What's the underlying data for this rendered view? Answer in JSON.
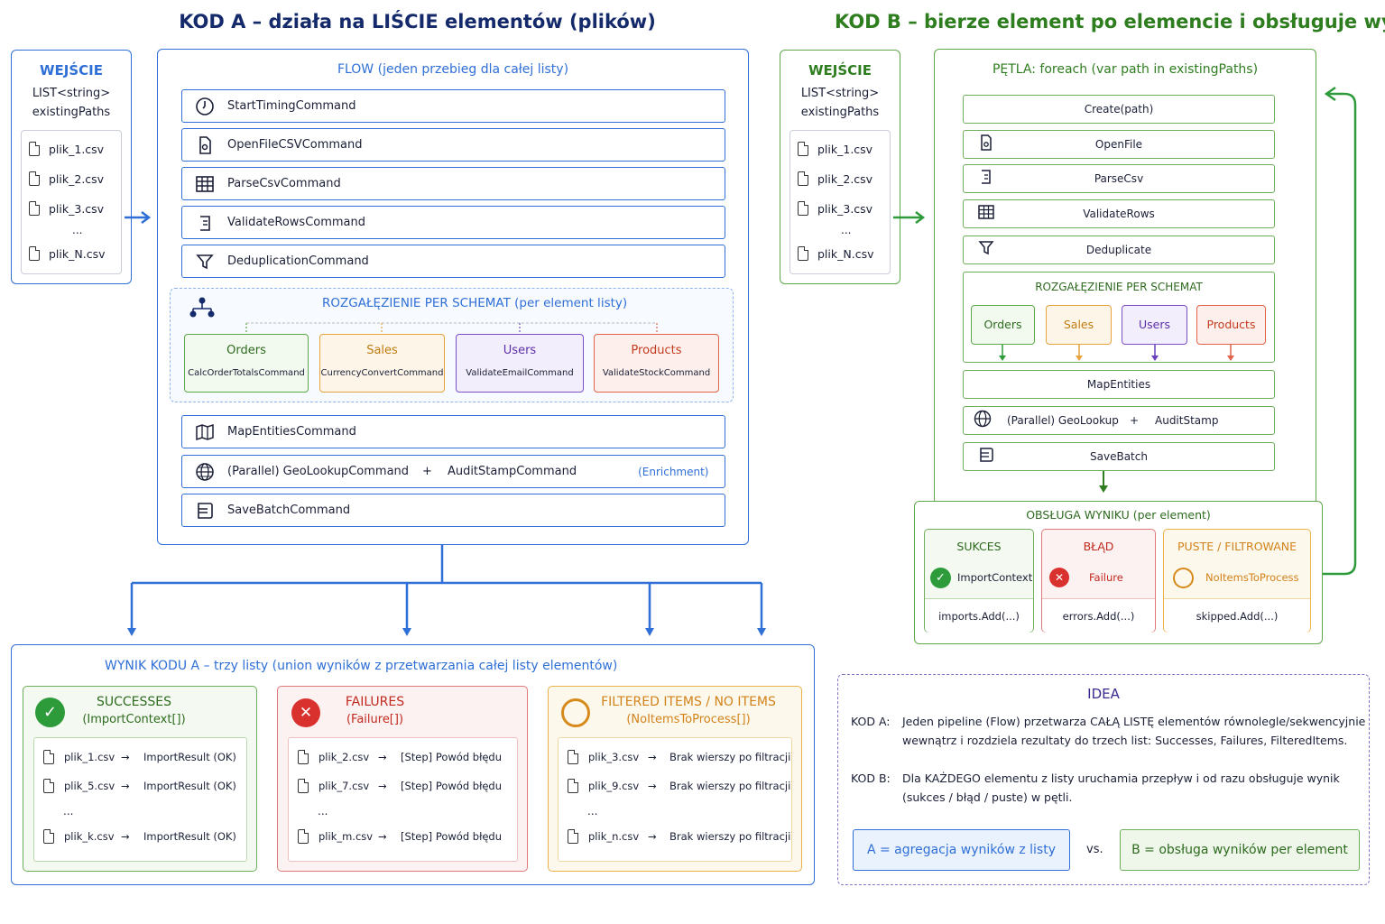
{
  "titles": {
    "kod_a": "KOD A – działa na LIŚCIE elementów (plików)",
    "kod_b": "KOD B – bierze element po elemencie i obsługuje wynik"
  },
  "input_a": {
    "heading": "WEJŚCIE",
    "type_line1": "LIST<string>",
    "type_line2": "existingPaths",
    "files": [
      "plik_1.csv",
      "plik_2.csv",
      "plik_3.csv"
    ],
    "ellipsis": "...",
    "last_file": "plik_N.csv"
  },
  "flow_a": {
    "heading": "FLOW (jeden przebieg dla całej listy)",
    "commands_top": [
      {
        "icon": "clock-icon",
        "label": "StartTimingCommand"
      },
      {
        "icon": "file-open-icon",
        "label": "OpenFileCSVCommand"
      },
      {
        "icon": "table-icon",
        "label": "ParseCsvCommand"
      },
      {
        "icon": "validate-icon",
        "label": "ValidateRowsCommand"
      },
      {
        "icon": "filter-icon",
        "label": "DeduplicationCommand"
      }
    ],
    "branch": {
      "heading": "ROZGAŁĘZIENIE PER SCHEMAT (per element listy)",
      "items": [
        {
          "name": "Orders",
          "command": "CalcOrderTotalsCommand",
          "color": "#5fa84a",
          "bg": "#f2f9ee",
          "text": "#2e6b1f"
        },
        {
          "name": "Sales",
          "command": "CurrencyConvertCommand",
          "color": "#e6a23c",
          "bg": "#fdf6e8",
          "text": "#c07b10"
        },
        {
          "name": "Users",
          "command": "ValidateEmailCommand",
          "color": "#7b4fc9",
          "bg": "#f3eefb",
          "text": "#5b2fa8"
        },
        {
          "name": "Products",
          "command": "ValidateStockCommand",
          "color": "#e0634a",
          "bg": "#fdf0ec",
          "text": "#c43b1f"
        }
      ]
    },
    "map_cmd": "MapEntitiesCommand",
    "parallel": {
      "left": "(Parallel) GeoLookupCommand",
      "plus": "+",
      "right": "AuditStampCommand",
      "note": "(Enrichment)"
    },
    "save_cmd": "SaveBatchCommand"
  },
  "input_b": {
    "heading": "WEJŚCIE",
    "type_line1": "LIST<string>",
    "type_line2": "existingPaths",
    "files": [
      "plik_1.csv",
      "plik_2.csv",
      "plik_3.csv"
    ],
    "ellipsis": "...",
    "last_file": "plik_N.csv"
  },
  "loop_b": {
    "heading": "PĘTLA: foreach (var path in existingPaths)",
    "steps": [
      {
        "icon": "",
        "label": "Create(path)"
      },
      {
        "icon": "file-open-icon",
        "label": "OpenFile"
      },
      {
        "icon": "validate-icon",
        "label": "ParseCsv"
      },
      {
        "icon": "table-icon",
        "label": "ValidateRows"
      },
      {
        "icon": "filter-icon",
        "label": "Deduplicate"
      }
    ],
    "branch_heading": "ROZGAŁĘZIENIE PER SCHEMAT",
    "branch_items": [
      "Orders",
      "Sales",
      "Users",
      "Products"
    ],
    "map": "MapEntities",
    "parallel_left": "(Parallel) GeoLookup",
    "parallel_plus": "+",
    "parallel_right": "AuditStamp",
    "save": "SaveBatch"
  },
  "result_b": {
    "heading": "OBSŁUGA WYNIKU (per element)",
    "cards": [
      {
        "title": "SUKCES",
        "value": "ImportContext",
        "action": "imports.Add(...)"
      },
      {
        "title": "BŁĄD",
        "value": "Failure",
        "action": "errors.Add(...)"
      },
      {
        "title": "PUSTE / FILTROWANE",
        "value": "NoItemsToProcess",
        "action": "skipped.Add(...)"
      }
    ]
  },
  "result_a": {
    "heading": "WYNIK KODU A – trzy listy (union wyników z przetwarzania całej listy elementów)",
    "cards": [
      {
        "title": "SUCCESSES",
        "subtitle": "(ImportContext[])",
        "rows": [
          [
            "plik_1.csv",
            "→",
            "ImportResult (OK)"
          ],
          [
            "plik_5.csv",
            "→",
            "ImportResult (OK)"
          ],
          [
            "plik_k.csv",
            "→",
            "ImportResult (OK)"
          ]
        ]
      },
      {
        "title": "FAILURES",
        "subtitle": "(Failure[])",
        "rows": [
          [
            "plik_2.csv",
            "→",
            "[Step] Powód błędu"
          ],
          [
            "plik_7.csv",
            "→",
            "[Step] Powód błędu"
          ],
          [
            "plik_m.csv",
            "→",
            "[Step] Powód błędu"
          ]
        ]
      },
      {
        "title": "FILTERED ITEMS / NO ITEMS",
        "subtitle": "(NoItemsToProcess[])",
        "rows": [
          [
            "plik_3.csv",
            "→",
            "Brak wierszy po filtracji"
          ],
          [
            "plik_9.csv",
            "→",
            "Brak wierszy po filtracji"
          ],
          [
            "plik_n.csv",
            "→",
            "Brak wierszy po filtracji"
          ]
        ]
      }
    ],
    "ellipsis": "..."
  },
  "idea": {
    "heading": "IDEA",
    "a_label": "KOD A:",
    "a_line1": "Jeden pipeline (Flow) przetwarza CAŁĄ LISTĘ elementów równolegle/sekwencyjnie",
    "a_line2": "wewnątrz i rozdziela rezultaty do trzech list: Successes, Failures, FilteredItems.",
    "b_label": "KOD B:",
    "b_line1": "Dla KAŻDEGO elementu z listy uruchamia przepływ i od razu obsługuje wynik",
    "b_line2": "(sukces / błąd / puste) w pętli.",
    "badge_a": "A = agregacja wyników z listy",
    "vs": "vs.",
    "badge_b": "B = obsługa wyników per element"
  }
}
